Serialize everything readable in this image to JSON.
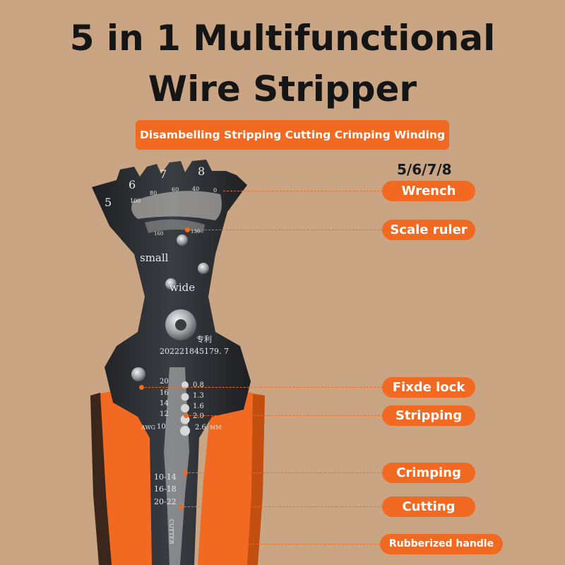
{
  "title": {
    "line1": "5 in 1 Multifunctional",
    "line2": "Wire Stripper"
  },
  "banner": "Disambelling Stripping Cutting Crimping Winding",
  "wrench_sizes": "5/6/7/8",
  "callouts": [
    {
      "label": "Wrench"
    },
    {
      "label": "Scale ruler"
    },
    {
      "label": "Fixde lock"
    },
    {
      "label": "Stripping"
    },
    {
      "label": "Crimping"
    },
    {
      "label": "Cutting"
    },
    {
      "label": "Rubberized handle"
    }
  ],
  "tool_markings": {
    "wrench_numbers": [
      "5",
      "6",
      "7",
      "8"
    ],
    "ruler_upper": [
      "100",
      "80",
      "60",
      "40",
      "0"
    ],
    "ruler_lower": [
      "160",
      "130"
    ],
    "small": "small",
    "wide": "wide",
    "patent_cn": "专利",
    "patent_no": "202221845179. 7",
    "awg": [
      "20",
      "16",
      "14",
      "12",
      "10"
    ],
    "awg_label": "AWG",
    "mm": [
      "0.8",
      "1.3",
      "1.6",
      "2.0",
      "2.6"
    ],
    "mm_label": "MM",
    "crimp": [
      "10-14",
      "16-18",
      "20-22"
    ],
    "cutter": "CUTTER"
  },
  "colors": {
    "background": "#c9a584",
    "accent": "#f26a21",
    "metal": "#2a2c30",
    "text": "#151515"
  }
}
